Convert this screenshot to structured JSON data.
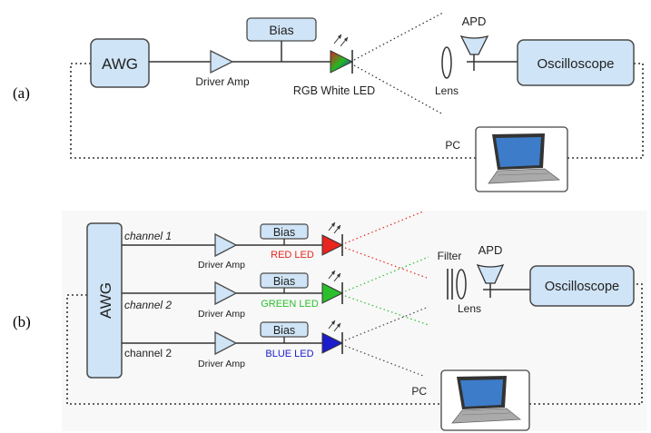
{
  "panel_a": {
    "label": "(a)",
    "awg": "AWG",
    "bias": "Bias",
    "driver_amp": "Driver Amp",
    "led": "RGB White LED",
    "apd": "APD",
    "lens": "Lens",
    "oscilloscope": "Oscilloscope",
    "pc": "PC"
  },
  "panel_b": {
    "label": "(b)",
    "awg": "AWG",
    "channels": [
      {
        "name": "channel 1",
        "bias": "Bias",
        "driver_amp": "Driver Amp",
        "led": "RED LED",
        "led_color": "#e8251e"
      },
      {
        "name": "channel 2",
        "bias": "Bias",
        "driver_amp": "Driver Amp",
        "led": "GREEN LED",
        "led_color": "#2bbf2b"
      },
      {
        "name": "channel 2",
        "bias": "Bias",
        "driver_amp": "Driver Amp",
        "led": "BLUE LED",
        "led_color": "#1c1ccc"
      }
    ],
    "filter": "Filter",
    "apd": "APD",
    "lens": "Lens",
    "oscilloscope": "Oscilloscope",
    "pc": "PC"
  },
  "colors": {
    "box_fill": "#cfe4f6",
    "box_stroke": "#4a4a4a",
    "amp_fill": "#cfe4f6"
  }
}
